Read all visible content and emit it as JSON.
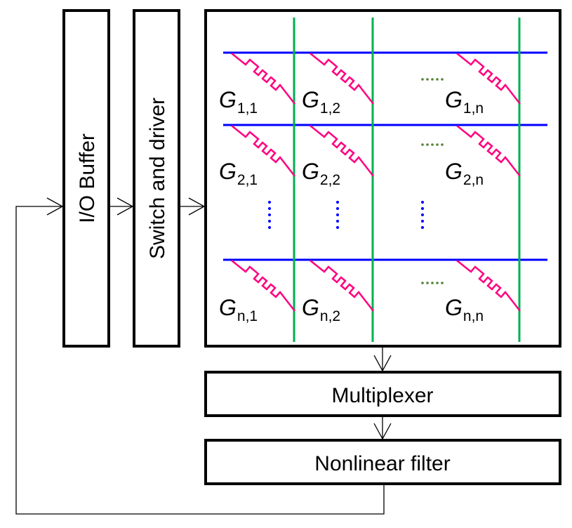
{
  "blocks": {
    "io_buffer": "I/O Buffer",
    "switch_driver": "Switch and driver",
    "multiplexer": "Multiplexer",
    "nonlinear_filter": "Nonlinear filter"
  },
  "crossbar": {
    "symbol": "G",
    "cells": [
      {
        "row": "1",
        "col": "1",
        "sub": "1,1"
      },
      {
        "row": "1",
        "col": "2",
        "sub": "1,2"
      },
      {
        "row": "1",
        "col": "n",
        "sub": "1,n"
      },
      {
        "row": "2",
        "col": "1",
        "sub": "2,1"
      },
      {
        "row": "2",
        "col": "2",
        "sub": "2,2"
      },
      {
        "row": "2",
        "col": "n",
        "sub": "2,n"
      },
      {
        "row": "n",
        "col": "1",
        "sub": "n,1"
      },
      {
        "row": "n",
        "col": "2",
        "sub": "n,2"
      },
      {
        "row": "n",
        "col": "n",
        "sub": "n,n"
      }
    ],
    "ellipsis_horizontal": ".....",
    "colors": {
      "row_line": "#0000ff",
      "column_line": "#00b050",
      "resistor": "#ff0080",
      "row_ellipsis": "#548235",
      "column_ellipsis": "#0000ff"
    }
  }
}
